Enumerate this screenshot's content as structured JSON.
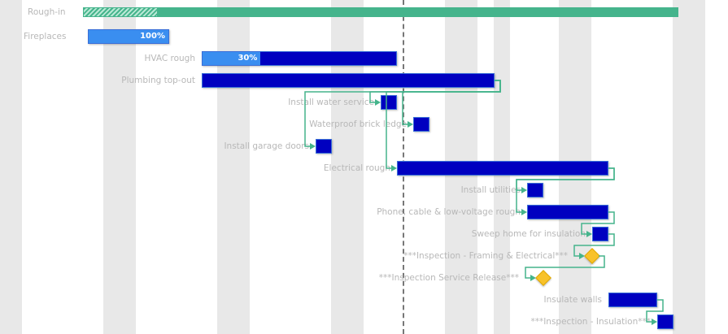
{
  "chart_data": {
    "type": "gantt",
    "title": "",
    "time_unit": "day",
    "today_marker_day": 24.35,
    "nonworking_day_ranges": [
      [
        -0.4,
        0.95
      ],
      [
        5.95,
        7.95
      ],
      [
        12.95,
        14.95
      ],
      [
        19.95,
        21.95
      ],
      [
        26.95,
        28.95
      ],
      [
        29.95,
        30.95
      ],
      [
        33.95,
        35.95
      ],
      [
        40.95,
        42.95
      ]
    ],
    "tasks": [
      {
        "name": "Rough-in",
        "type": "summary",
        "start": 4.7,
        "duration": 36.6,
        "progress": 0.125
      },
      {
        "name": "Fireplaces",
        "type": "task",
        "start": 5,
        "duration": 5,
        "progress": 1,
        "progress_label": "100%"
      },
      {
        "name": "HVAC rough",
        "type": "task",
        "start": 12,
        "duration": 12,
        "progress": 0.3,
        "progress_label": "30%"
      },
      {
        "name": "Plumbing top-out",
        "type": "task",
        "start": 12,
        "duration": 18,
        "progress": 0
      },
      {
        "name": "Install water service",
        "type": "task",
        "start": 23,
        "duration": 1,
        "progress": 0
      },
      {
        "name": "Waterproof brick ledge",
        "type": "task",
        "start": 25,
        "duration": 1,
        "progress": 0
      },
      {
        "name": "Install garage doors",
        "type": "task",
        "start": 19,
        "duration": 1,
        "progress": 0
      },
      {
        "name": "Electrical rough",
        "type": "task",
        "start": 24,
        "duration": 13,
        "progress": 0
      },
      {
        "name": "Install utilities",
        "type": "task",
        "start": 32,
        "duration": 1,
        "progress": 0
      },
      {
        "name": "Phone, cable & low-voltage rough",
        "type": "task",
        "start": 32,
        "duration": 5,
        "progress": 0
      },
      {
        "name": "Sweep home for insulation",
        "type": "task",
        "start": 36,
        "duration": 1,
        "progress": 0
      },
      {
        "name": "***Inspection - Framing & Electrical***",
        "type": "milestone",
        "start": 36,
        "duration": 0
      },
      {
        "name": "***Inspection Service Release***",
        "type": "milestone",
        "start": 33,
        "duration": 0
      },
      {
        "name": "Insulate walls",
        "type": "task",
        "start": 37,
        "duration": 3,
        "progress": 0
      },
      {
        "name": "***Inspection - Insulation***",
        "type": "task",
        "start": 40,
        "duration": 1,
        "progress": 0
      }
    ],
    "dependencies": [
      [
        3,
        4
      ],
      [
        3,
        5
      ],
      [
        3,
        6
      ],
      [
        3,
        7
      ],
      [
        7,
        8
      ],
      [
        7,
        9
      ],
      [
        9,
        10
      ],
      [
        10,
        11
      ],
      [
        11,
        12
      ],
      [
        13,
        14
      ]
    ],
    "colors": {
      "task": "#0000c0",
      "progress": "#3a8ef0",
      "summary": "#45b48c",
      "milestone": "#f8c22a",
      "link": "#45b48c",
      "weekend": "#e8e8e8"
    }
  }
}
